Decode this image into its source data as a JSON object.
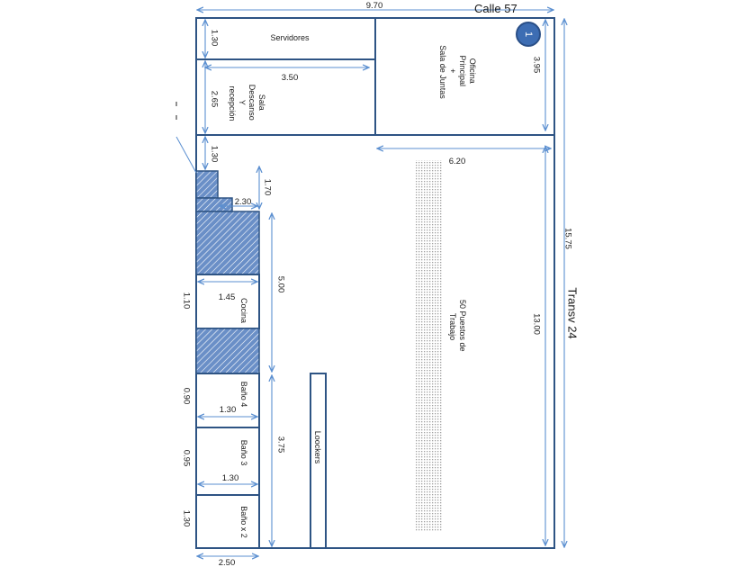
{
  "street_top": "Calle 57",
  "street_right": "Transv 24",
  "badge": "1",
  "dimensions": {
    "total_width": "9.70",
    "total_height": "15.75",
    "servidores_h": "1.30",
    "sala_w": "3.50",
    "sala_h": "2.65",
    "oficina_h": "3.95",
    "corridor_h": "1.30",
    "work_w": "6.20",
    "work_h": "13.00",
    "step_h": "1.70",
    "step_w": "2.30",
    "block_h": "5.00",
    "cocina_w": "1.45",
    "cocina_h": "1.10",
    "bano4_h": "0.90",
    "bano4_w": "1.30",
    "bano3_h": "0.95",
    "bano3_w": "1.30",
    "banos_h": "1.30",
    "lower_h": "3.75",
    "bottom_w": "2.50"
  },
  "rooms": {
    "servidores": "Servidores",
    "sala": [
      "Sala",
      "Descanso",
      "Y",
      "recepción"
    ],
    "oficina": [
      "Oficina",
      "Principal",
      "+",
      "Sala de Juntas"
    ],
    "cocina": "Cocina",
    "bano4": "Baño 4",
    "bano3": "Baño 3",
    "banos": "Baño x 2",
    "lockers": "Loockers",
    "puestos": [
      "50 Puestos de",
      "Trabajo"
    ]
  }
}
